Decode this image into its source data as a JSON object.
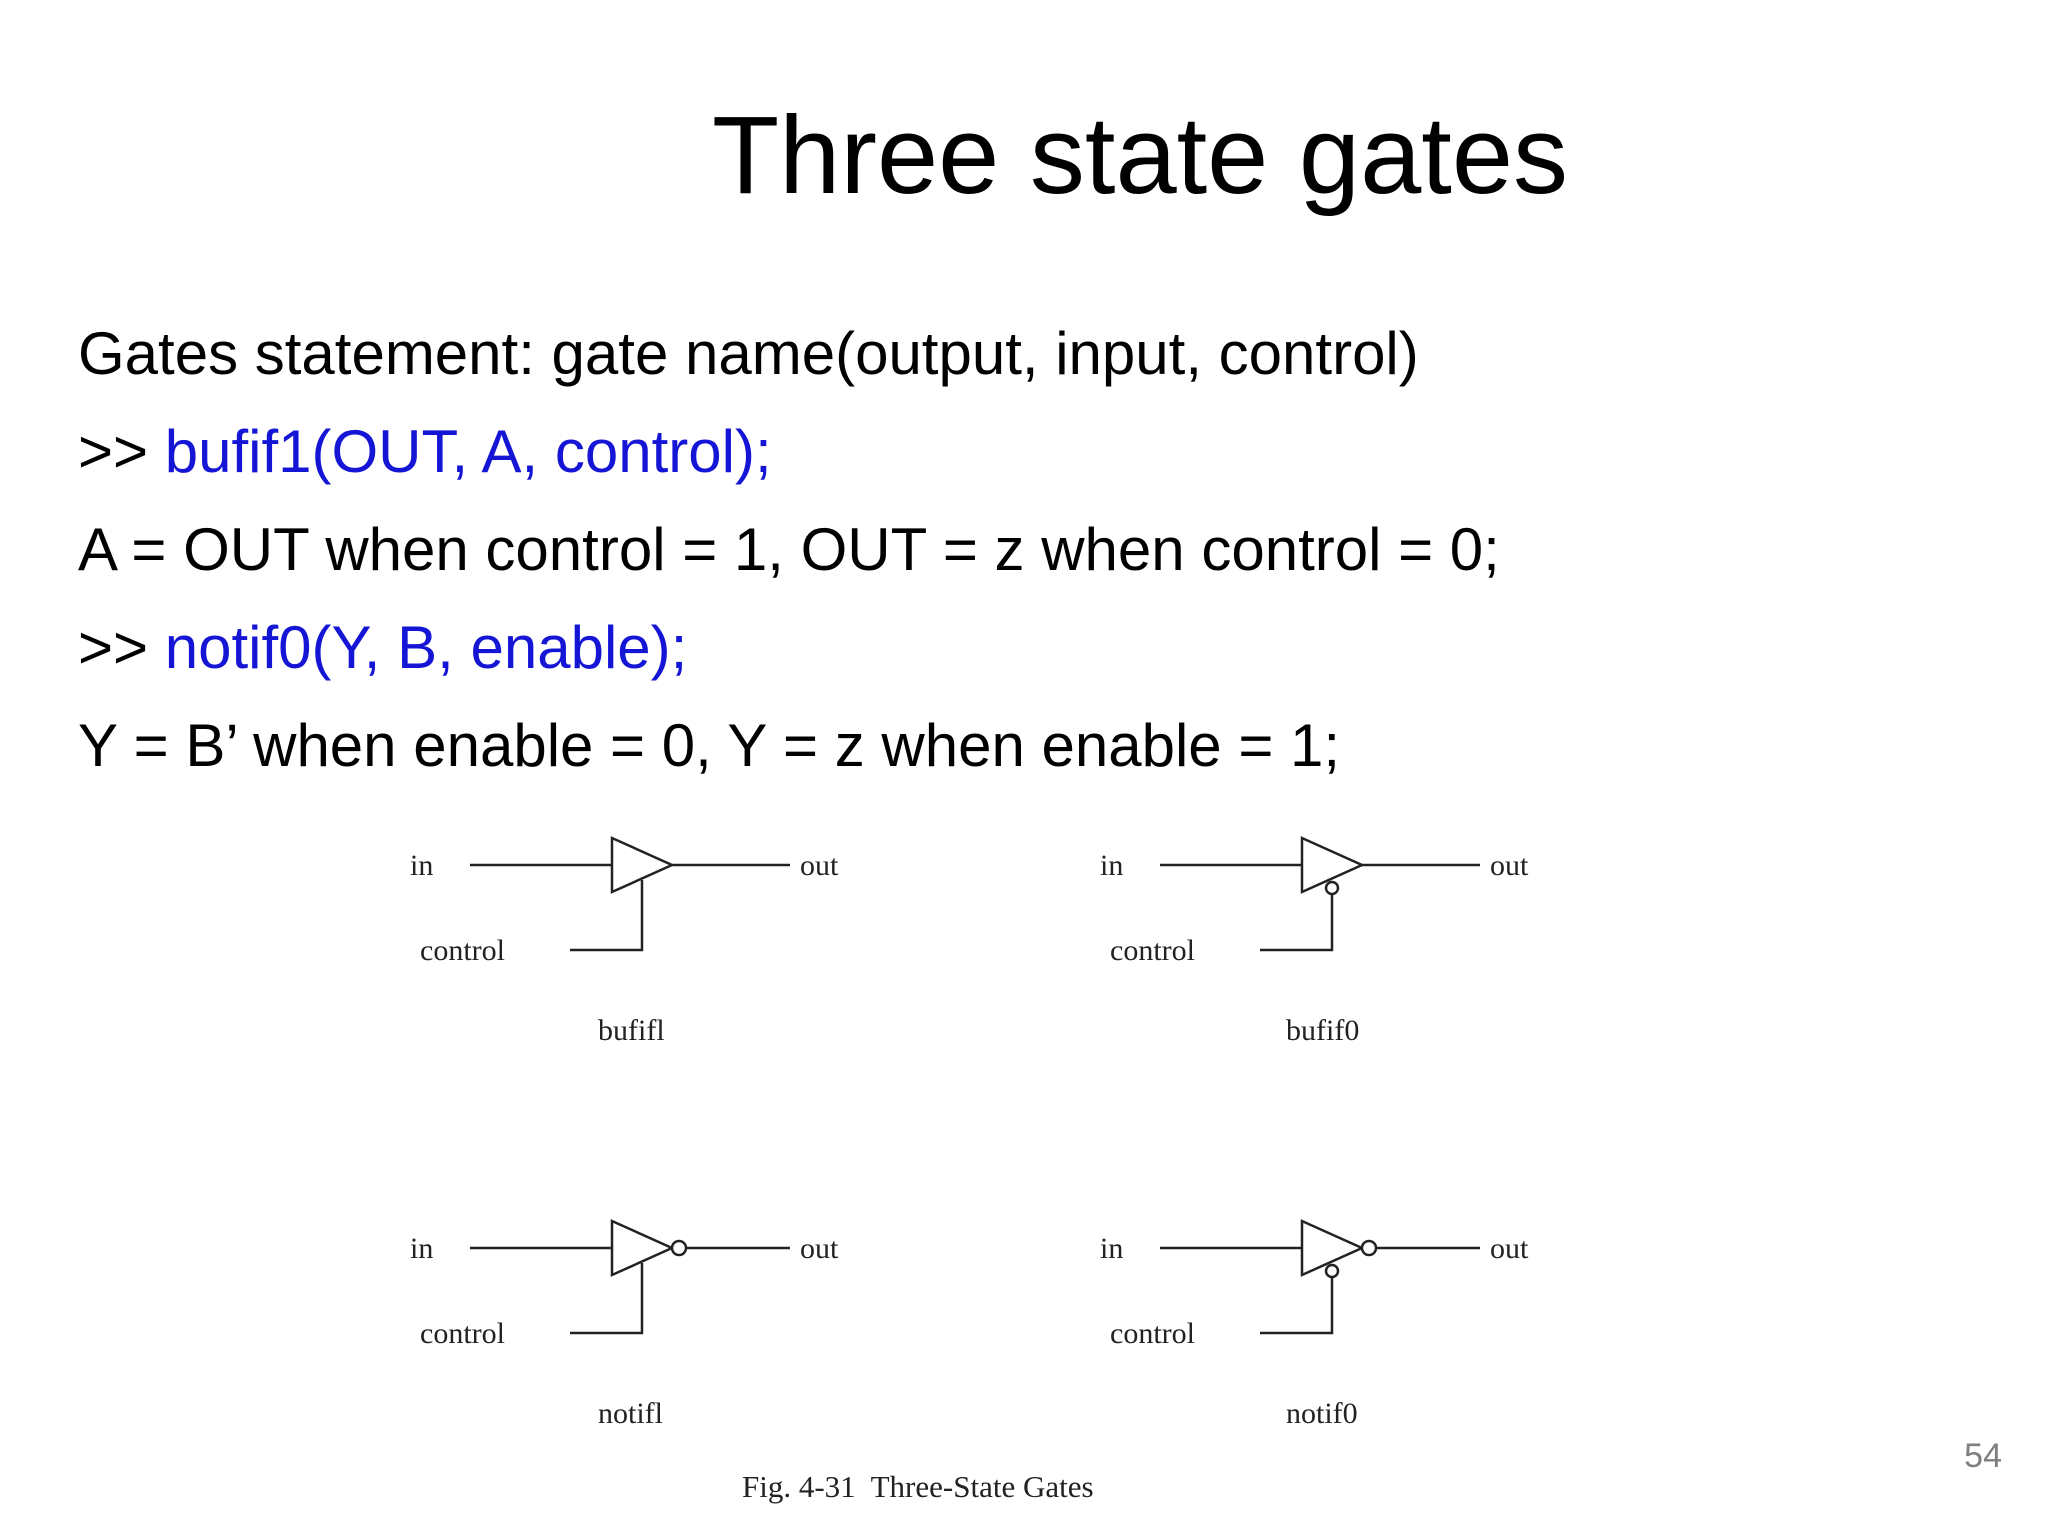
{
  "slide": {
    "title": "Three state gates",
    "lines": [
      {
        "prefix": "",
        "text": "Gates statement: gate name(output, input, control)"
      },
      {
        "prefix": ">> ",
        "text": "bufif1(OUT, A, control);"
      },
      {
        "prefix": "",
        "text": "A = OUT when control = 1, OUT = z when control = 0;"
      },
      {
        "prefix": ">> ",
        "text": "notif0(Y, B, enable);"
      },
      {
        "prefix": "",
        "text": "Y = B’ when enable = 0, Y = z when enable = 1;"
      }
    ],
    "page_number": "54",
    "colors": {
      "code": "#1515d6",
      "text": "#000000"
    }
  },
  "figure": {
    "caption": "Fig. 4-31  Three-State Gates",
    "gates": [
      {
        "name": "bufifl",
        "in_label": "in",
        "out_label": "out",
        "control_label": "control"
      },
      {
        "name": "bufif0",
        "in_label": "in",
        "out_label": "out",
        "control_label": "control"
      },
      {
        "name": "notifl",
        "in_label": "in",
        "out_label": "out",
        "control_label": "control"
      },
      {
        "name": "notif0",
        "in_label": "in",
        "out_label": "out",
        "control_label": "control"
      }
    ]
  }
}
